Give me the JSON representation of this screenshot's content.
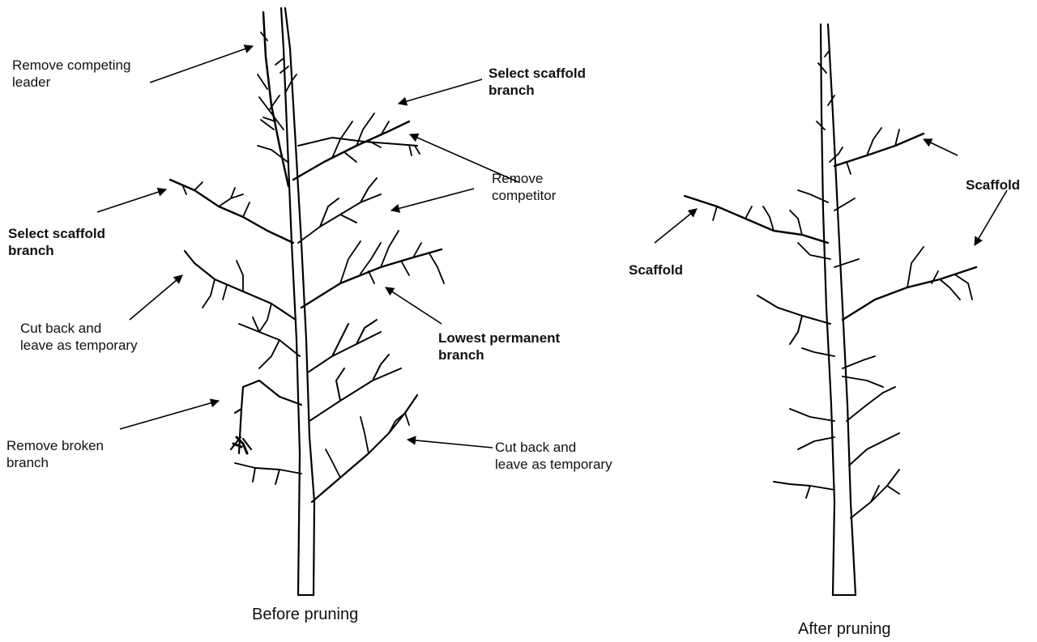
{
  "captions": {
    "before": "Before pruning",
    "after": "After pruning"
  },
  "before_labels": {
    "remove_competing_leader": "Remove competing\nleader",
    "select_scaffold_top": "Select scaffold\nbranch",
    "remove_competitor": "Remove\ncompetitor",
    "select_scaffold_left": "Select scaffold\nbranch",
    "cut_back_left": "Cut back and\nleave as temporary",
    "lowest_permanent": "Lowest permanent\nbranch",
    "remove_broken": "Remove broken\nbranch",
    "cut_back_right": "Cut back and\nleave as temporary"
  },
  "after_labels": {
    "scaffold_right": "Scaffold",
    "scaffold_left": "Scaffold"
  }
}
